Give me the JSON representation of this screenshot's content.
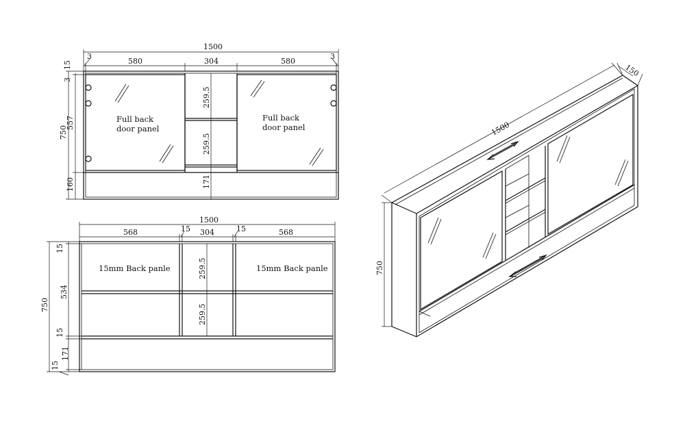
{
  "front_view": {
    "overall_width": "1500",
    "side_gap_left": "3",
    "side_gap_right": "3",
    "left_door_width": "580",
    "center_width": "304",
    "right_door_width": "580",
    "top_thickness": "15",
    "top_gap": "3",
    "overall_height": "750",
    "door_height": "557",
    "bottom_height": "160",
    "shelf_upper": "259.5",
    "shelf_lower": "259.5",
    "shelf_bottom": "171",
    "left_door_label": [
      "Full back",
      "door panel"
    ],
    "right_door_label": [
      "Full back",
      "door panel"
    ]
  },
  "back_view": {
    "overall_width": "1500",
    "left_panel_width": "568",
    "divider_left": "15",
    "center_width": "304",
    "divider_right": "15",
    "right_panel_width": "568",
    "overall_height": "750",
    "top_thickness": "15",
    "panel_height": "534",
    "middle_thickness": "15",
    "bottom_height": "171",
    "bottom_thickness": "15",
    "shelf_upper": "259.5",
    "shelf_lower": "259.5",
    "left_panel_label": "15mm Back panle",
    "right_panel_label": "15mm Back panle"
  },
  "iso_view": {
    "width": "1500",
    "depth": "150",
    "height": "750"
  }
}
